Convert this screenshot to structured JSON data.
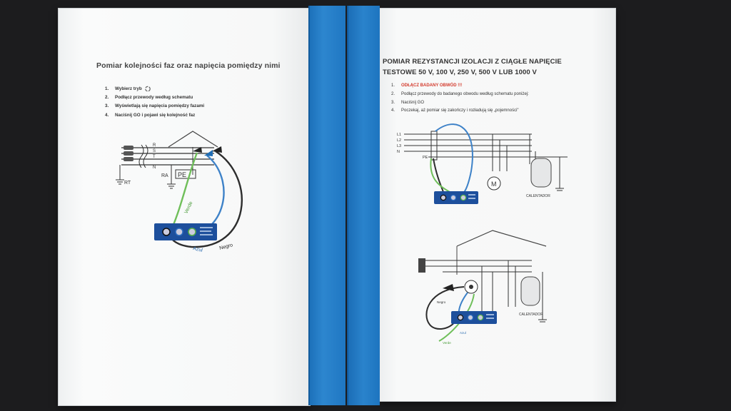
{
  "left_sheet": {
    "title": "Pomiar kolejności faz oraz napięcia pomiędzy nimi",
    "steps": [
      {
        "num": "1.",
        "text": "Wybierz tryb"
      },
      {
        "num": "2.",
        "text": "Podłącz przewody według schematu"
      },
      {
        "num": "3.",
        "text": "Wyświetlają się napięcia pomiędzy fazami"
      },
      {
        "num": "4.",
        "text": "Naciśnij GO i pojawi się kolejność faz"
      }
    ],
    "diagram": {
      "bus_labels": [
        "R",
        "S",
        "T",
        "N"
      ],
      "pe_label": "PE",
      "rt_label": "RT",
      "ra_label": "RA",
      "lead_green": "Verde",
      "lead_blue": "Azul",
      "lead_black": "Negro",
      "icon": "rotate-icon"
    }
  },
  "right_sheet": {
    "title_line1": "POMIAR REZYSTANCJI IZOLACJI Z CIĄGŁE NAPIĘCIE",
    "title_line2": "TESTOWE 50 V, 100 V, 250 V, 500 V LUB 1000 V",
    "steps": [
      {
        "num": "1.",
        "text": "ODŁĄCZ BADANY OBWÓD !!!",
        "warning": true
      },
      {
        "num": "2.",
        "text": "Podłącz przewody do badanego obwodu według schematu poniżej:"
      },
      {
        "num": "3.",
        "text": "Naciśnij GO"
      },
      {
        "num": "4.",
        "text": "Poczekaj, aż pomiar się zakończy i rozładują się „pojemności\""
      }
    ],
    "diagram_top": {
      "bus_labels": [
        "L1",
        "L2",
        "L3",
        "N"
      ],
      "pe_label": "PE",
      "motor_label": "M",
      "heater_label": "CALENTADOR"
    },
    "diagram_bottom": {
      "heater_label": "CALENTADOR",
      "lead_black": "Negro",
      "lead_blue": "Azul",
      "lead_green": "Verde"
    }
  },
  "colors": {
    "tape": "#1f77c2",
    "sheet": "#f7f8f8",
    "background": "#1c1c1e",
    "meter": "#1d4f9c",
    "warning": "#d33a2c"
  }
}
